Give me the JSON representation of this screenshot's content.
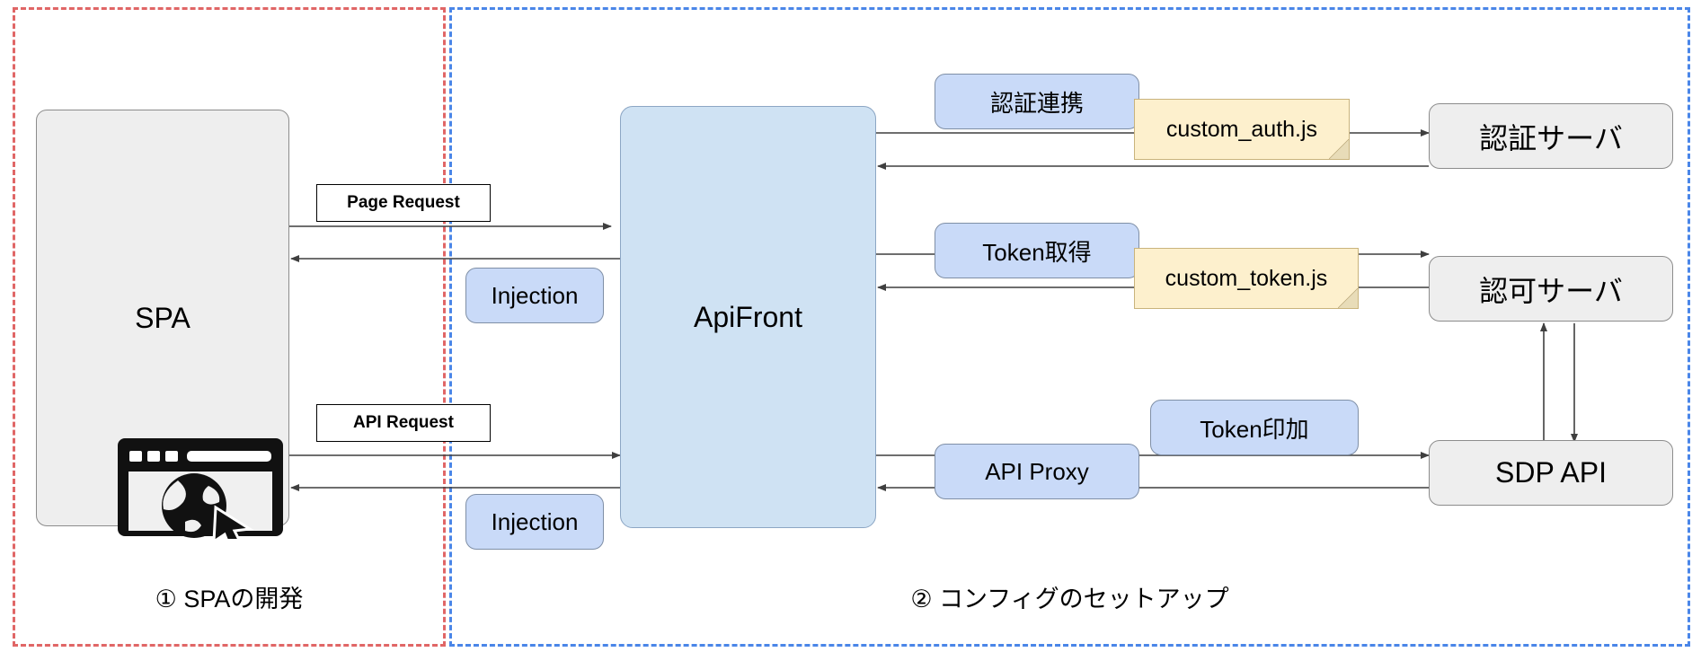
{
  "diagram": {
    "title": "ApiFront SPA configuration architecture",
    "colors": {
      "region_spa_border": "#e06666",
      "region_config_border": "#4a86e8",
      "grey_node_fill": "#eeeeee",
      "blue_node_fill": "#cfe2f3",
      "pill_fill": "#c9daf8",
      "note_fill": "#fdf0cd",
      "line": "#3f3f3f"
    },
    "regions": [
      {
        "id": "spa-dev",
        "caption": "① SPAの開発",
        "border": "red"
      },
      {
        "id": "config-setup",
        "caption": "② コンフィグのセットアップ",
        "border": "blue"
      }
    ],
    "nodes": {
      "spa": {
        "label": "SPA"
      },
      "apifront": {
        "label": "ApiFront"
      },
      "auth_server": {
        "label": "認証サーバ"
      },
      "authz_server": {
        "label": "認可サーバ"
      },
      "sdp_api": {
        "label": "SDP API"
      }
    },
    "pills": [
      {
        "id": "injection-top",
        "label": "Injection"
      },
      {
        "id": "injection-bottom",
        "label": "Injection"
      },
      {
        "id": "auth-federation",
        "label": "認証連携"
      },
      {
        "id": "token-acquire",
        "label": "Token取得"
      },
      {
        "id": "token-stamp",
        "label": "Token印加"
      },
      {
        "id": "api-proxy",
        "label": "API Proxy"
      }
    ],
    "edge_labels": [
      {
        "id": "page-request",
        "label": "Page Request"
      },
      {
        "id": "api-request",
        "label": "API Request"
      }
    ],
    "notes": [
      {
        "id": "custom-auth-js",
        "label": "custom_auth.js"
      },
      {
        "id": "custom-token-js",
        "label": "custom_token.js"
      }
    ],
    "icons": [
      {
        "id": "browser-globe-icon",
        "name": "browser-globe-cursor-icon"
      }
    ]
  }
}
